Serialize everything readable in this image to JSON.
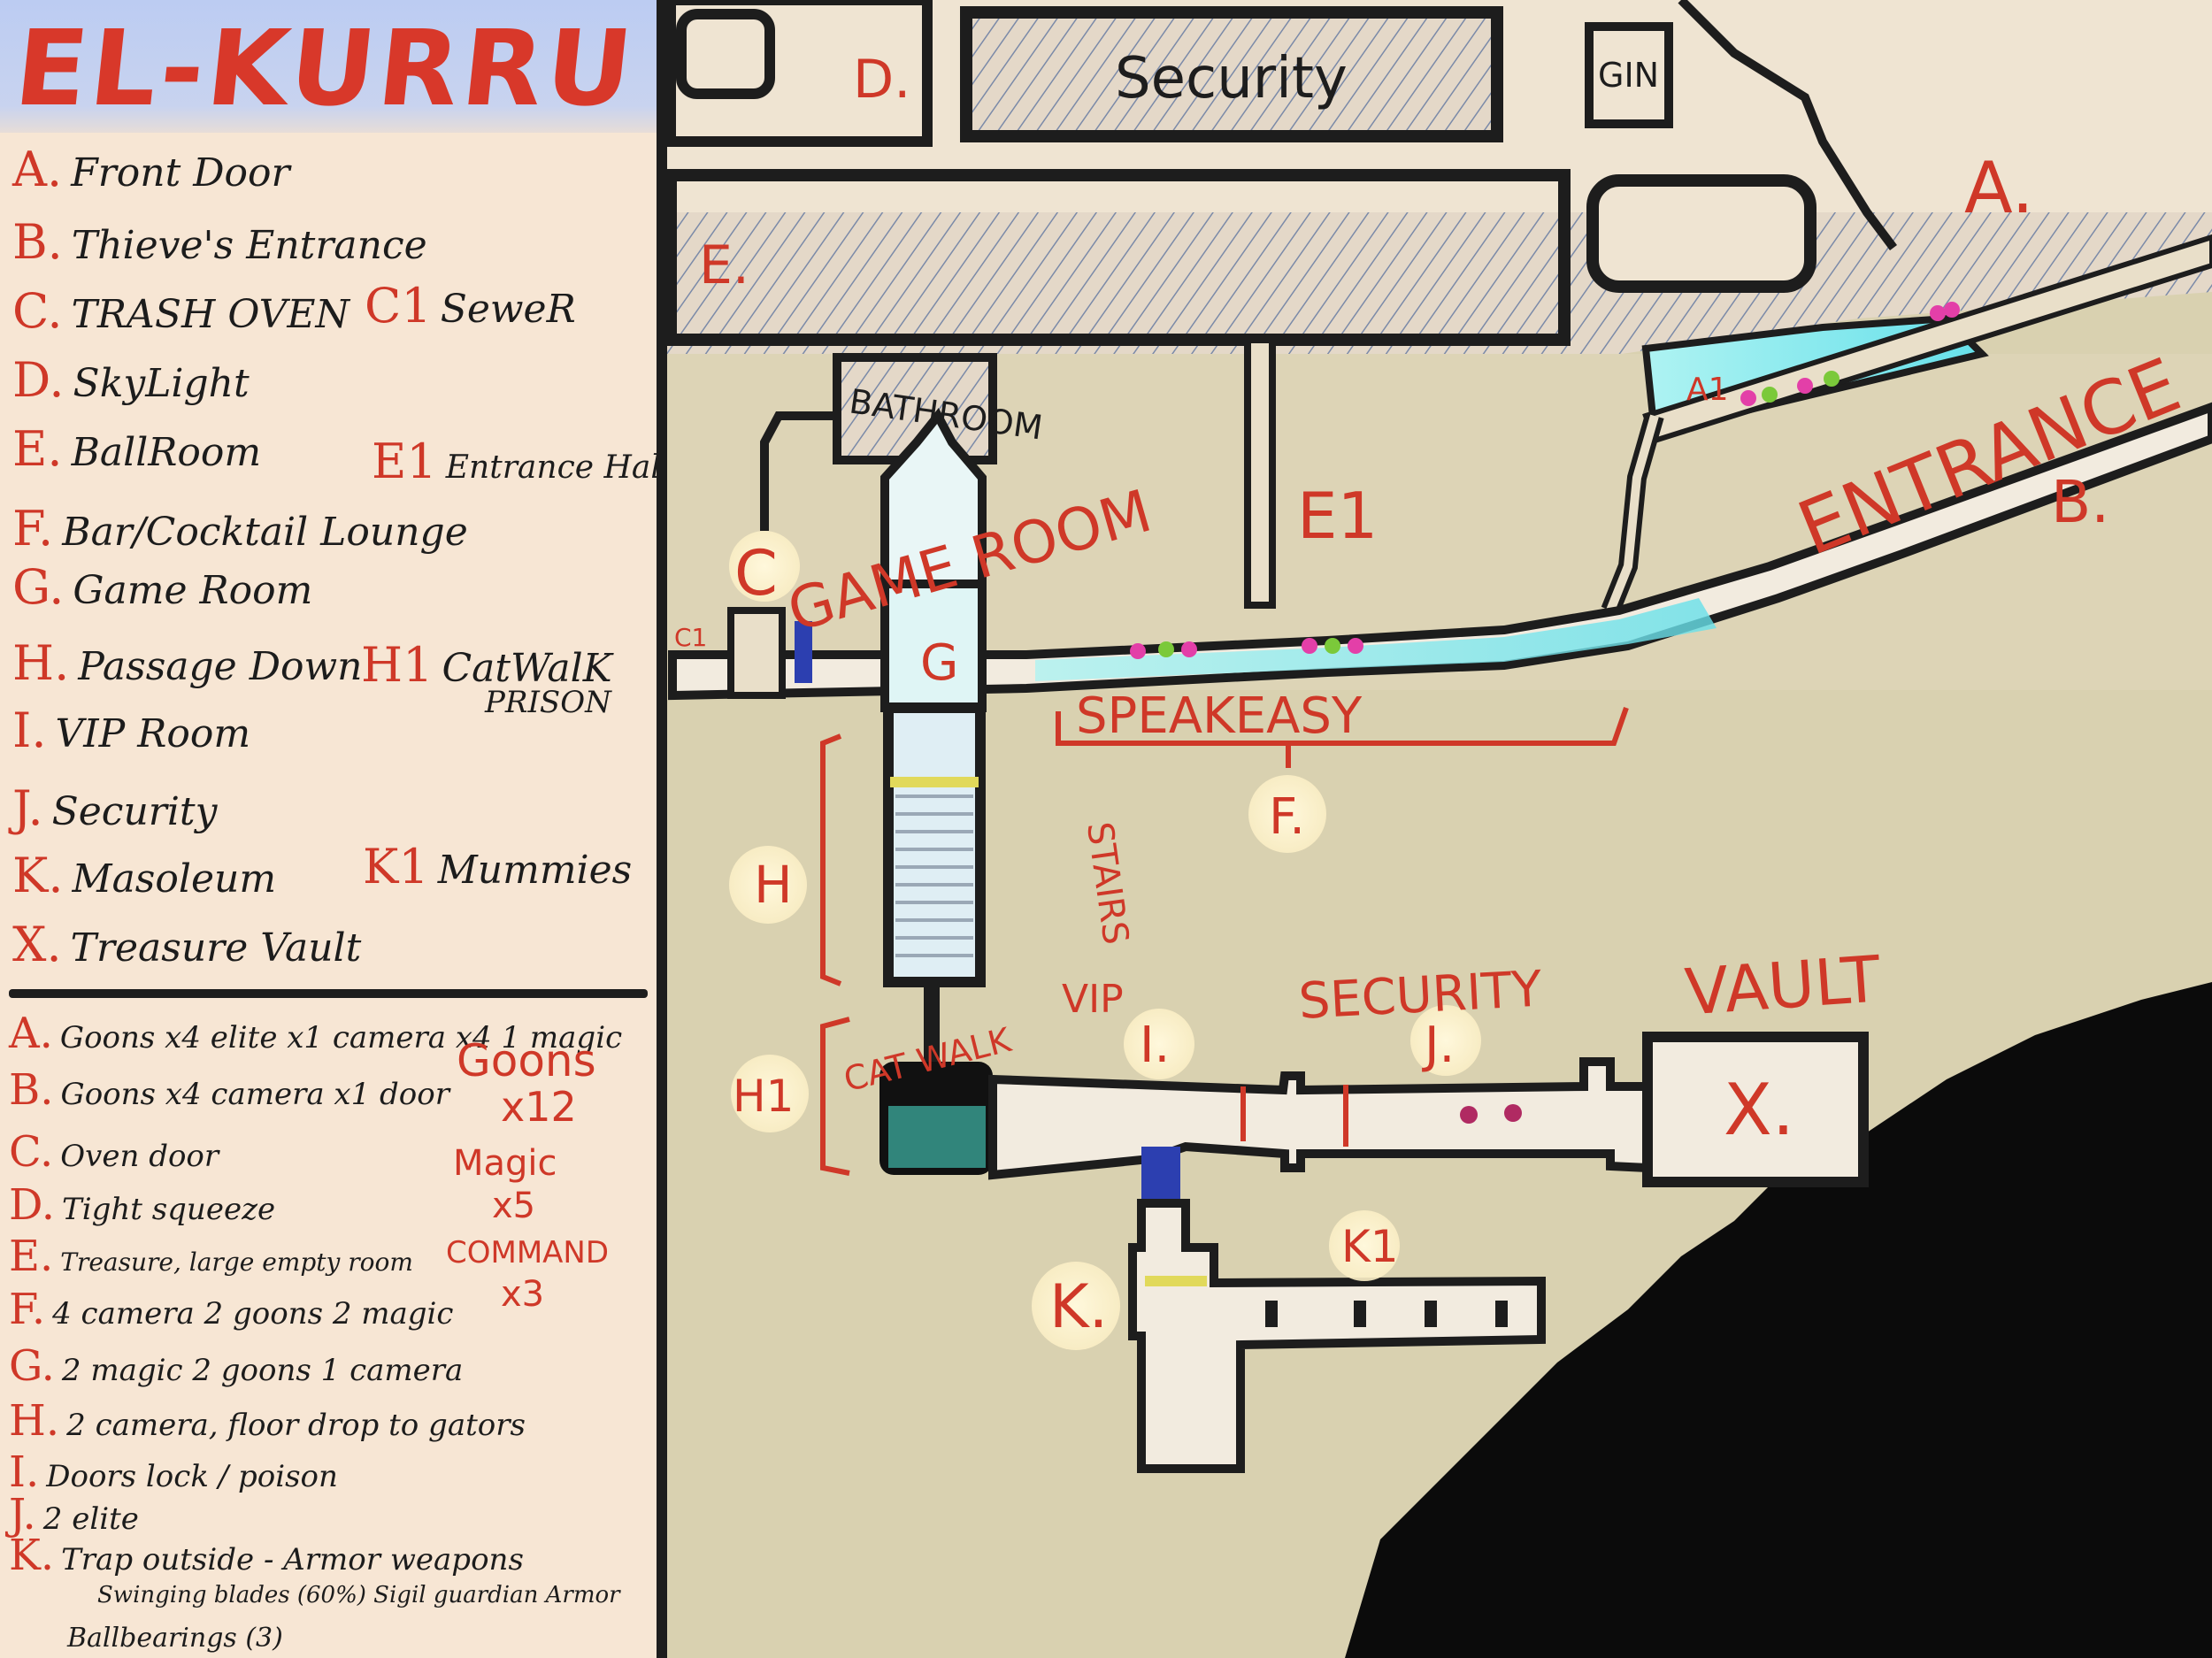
{
  "title": "EL-KURRU",
  "legend": {
    "rooms": [
      {
        "letter": "A.",
        "name": "Front Door"
      },
      {
        "letter": "B.",
        "name": "Thieve's Entrance"
      },
      {
        "letter": "C.",
        "name": "TRASH OVEN"
      },
      {
        "letter": "D.",
        "name": "SkyLight"
      },
      {
        "letter": "E.",
        "name": "BallRoom"
      },
      {
        "letter": "F.",
        "name": "Bar/Cocktail Lounge"
      },
      {
        "letter": "G.",
        "name": "Game Room"
      },
      {
        "letter": "H.",
        "name": "Passage Down"
      },
      {
        "letter": "I.",
        "name": "VIP Room"
      },
      {
        "letter": "J.",
        "name": "Security"
      },
      {
        "letter": "K.",
        "name": "Masoleum"
      },
      {
        "letter": "X.",
        "name": "Treasure Vault"
      }
    ],
    "sub_rooms": [
      {
        "letter": "C1",
        "name": "SeweR"
      },
      {
        "letter": "E1",
        "name": "Entrance Hall"
      },
      {
        "letter": "H1",
        "name": "CatWalK",
        "extra": "PRISON"
      },
      {
        "letter": "K1",
        "name": "Mummies"
      }
    ],
    "notes": [
      {
        "letter": "A.",
        "text": "Goons x4  elite x1  camera x4  1 magic"
      },
      {
        "letter": "B.",
        "text": "Goons x4  camera x1  door"
      },
      {
        "letter": "C.",
        "text": "Oven door"
      },
      {
        "letter": "D.",
        "text": "Tight squeeze"
      },
      {
        "letter": "E.",
        "text": "Treasure, large empty room"
      },
      {
        "letter": "F.",
        "text": "4 camera   2 goons  2 magic"
      },
      {
        "letter": "G.",
        "text": "2 magic   2 goons  1 camera"
      },
      {
        "letter": "H.",
        "text": "2 camera, floor drop to gators"
      },
      {
        "letter": "I.",
        "text": "Doors lock / poison"
      },
      {
        "letter": "J.",
        "text": "2 elite"
      },
      {
        "letter": "K.",
        "text": "Trap outside - Armor weapons"
      },
      {
        "letter": "",
        "text": "Swinging blades (60%)  Sigil guardian  Armor"
      },
      {
        "letter": "",
        "text": "Ballbearings (3)"
      }
    ],
    "totals": [
      {
        "label": "Goons",
        "count": "x12"
      },
      {
        "label": "Magic",
        "count": "x5"
      },
      {
        "label": "COMMAND",
        "count": "x3"
      }
    ]
  },
  "map": {
    "labels": {
      "security_top": "Security",
      "gin": "GIN",
      "d": "D.",
      "e": "E.",
      "bathroom": "BATHROOM",
      "a": "A.",
      "a1": "A1",
      "entrance": "ENTRANCE",
      "b": "B.",
      "e1": "E1",
      "c": "C",
      "c1": "C1",
      "game_room": "GAME ROOM",
      "g": "G",
      "speakeasy": "SPEAKEASY",
      "f": "F.",
      "stairs": "STAIRS",
      "h": "H",
      "h1": "H1",
      "catwalk": "CAT WALK",
      "vip": "VIP",
      "i": "I.",
      "security": "SECURITY",
      "j": "J.",
      "vault": "VAULT",
      "x": "X.",
      "k": "K.",
      "k1": "K1"
    }
  },
  "colors": {
    "ink": "#1d1d1d",
    "red": "#cf3828",
    "parchment": "#f7e6d4",
    "ground": "#d8cfae",
    "corridor_glow": "#7ee8ee",
    "title_band": "#bccbf2"
  }
}
